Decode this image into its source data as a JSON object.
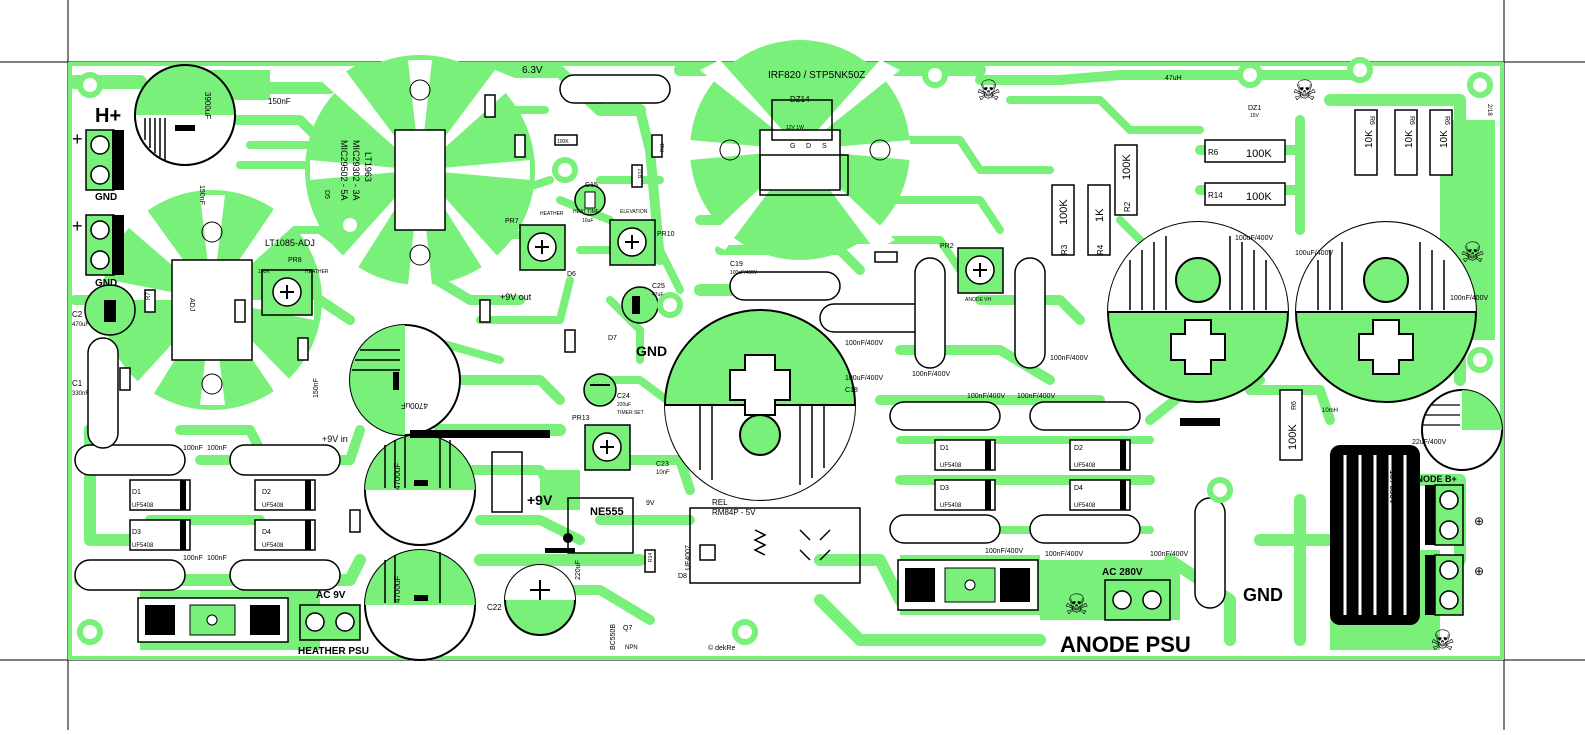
{
  "colors": {
    "copper": "#78f07a",
    "board": "#ffffff",
    "ink": "#000000"
  },
  "heather": {
    "h_plus": "H+",
    "gnd_top": "GND",
    "gnd_mid": "GND",
    "plus1": "+",
    "plus2": "+",
    "c_3900": "3900uF",
    "c_150nf_a": "150nF",
    "c_150nf_b": "150nF",
    "c_150nf_c": "150nF",
    "reg_lt1085": "LT1085-ADJ",
    "reg_mic_1": "MIC29502 - 5A",
    "reg_mic_2": "MIC29302 - 3A",
    "reg_lt1963": "LT1963",
    "d5": "D5",
    "pr8": "PR8",
    "pr8_sub": "HEATHER",
    "pr8_val": "100K",
    "adj": "ADJ",
    "c2": "C2",
    "c2_val": "470uF",
    "c1": "C1",
    "c1_val": "330nF",
    "r7": "R7",
    "c_4700_a": "4700uF",
    "c_4700_b": "4700uF",
    "c_4700_c": "4700uF",
    "nine_v_in": "+9V in",
    "nine_v": "+9V",
    "nine_v_out": "+9V out",
    "c_100nf_1": "100nF",
    "c_100nf_2": "100nF",
    "c_100nf_3": "100nF",
    "c_100nf_4": "100nF",
    "d1": "D1",
    "d2": "D2",
    "d3": "D3",
    "d4": "D4",
    "uf": "UF5408",
    "ac9v": "AC 9V",
    "psu": "HEATHER PSU",
    "c22": "C22",
    "c22_val": "220uF",
    "gnd_center": "GND",
    "pr7": "PR7",
    "pr7_sub": "HEATHER",
    "heat_time": "HEAT TIME",
    "pr10": "PR10",
    "elevation": "ELEVATION",
    "pr13": "PR13",
    "c15": "C15",
    "c15_val": "10uF",
    "c24": "C24",
    "c24_val": "220uF",
    "timer_set": "TIMER SET",
    "c23": "C23",
    "c23_val": "10nF",
    "c25": "C25",
    "c25_val": "47uF",
    "d6": "D6",
    "d7": "D7",
    "d8": "D8",
    "d8_val": "UF4007",
    "six_three": "6.3V",
    "ne555": "NE555",
    "q7": "Q7",
    "bc550b": "BC550B",
    "npn": "NPN",
    "nine_v_led": "9V",
    "r11": "R11",
    "r12": "R12",
    "r14": "R14",
    "res_100k": "100K",
    "rel": "REL",
    "rel_val": "RM84P - 5V",
    "logo": "© dekRe"
  },
  "anode": {
    "mosfet": "IRF820 / STP5NK50Z",
    "dz14": "DZ14",
    "dz14_val": "12V 1W",
    "gds_g": "G",
    "gds_d": "D",
    "gds_s": "S",
    "l_47uh": "47uH",
    "dz1": "DZ1",
    "dz1_val": "15V",
    "r6_a": "R6",
    "r6_b": "R6",
    "r6_c": "R6",
    "r6_10k_a": "10K",
    "r6_10k_b": "10K",
    "r6_10k_c": "10K",
    "r6_h": "R6",
    "r6_h_val": "100K",
    "r14": "R14",
    "r14_val": "100K",
    "r2": "R2",
    "r2_val": "100K",
    "r3": "R3",
    "r3_val": "100K",
    "r4": "R4",
    "r4_val": "1K",
    "pr2": "PR2",
    "anode_vh": "ANODE VH",
    "c19": "C19",
    "c19_val": "100nF/400V",
    "c18": "C18",
    "c18_val": "100uF/400V",
    "big1": "100uF/400V",
    "big2": "100uF/400V",
    "cap_100nf_400_a": "100nF/400V",
    "cap_100nf_400_b": "100nF/400V",
    "cap_100nf_400_c": "100nF/400V",
    "cap_100nf_400_d": "100nF/400V",
    "cap_100nf_400_e": "100nF/400V",
    "cap_100nf_400_f": "100nF/400V",
    "cap_100nf_400_g": "100nF/400V",
    "cap_100nf_400_h": "100nF/400V",
    "cap_100nf_400_i": "100nF/400V",
    "d1": "D1",
    "d2": "D2",
    "d3": "D3",
    "d4": "D4",
    "uf": "UF5408",
    "r6_v": "R6",
    "r6_v_val": "100K",
    "l_10mh": "10mH",
    "c_22uf": "22uF/400V",
    "c_1u": "1u / 350V",
    "anode_b": "ANODE B+",
    "ac280": "AC 280V",
    "gnd": "GND",
    "psu": "ANODE PSU",
    "plus_a": "⊕",
    "plus_b": "⊕",
    "side_mark": "2/18"
  }
}
